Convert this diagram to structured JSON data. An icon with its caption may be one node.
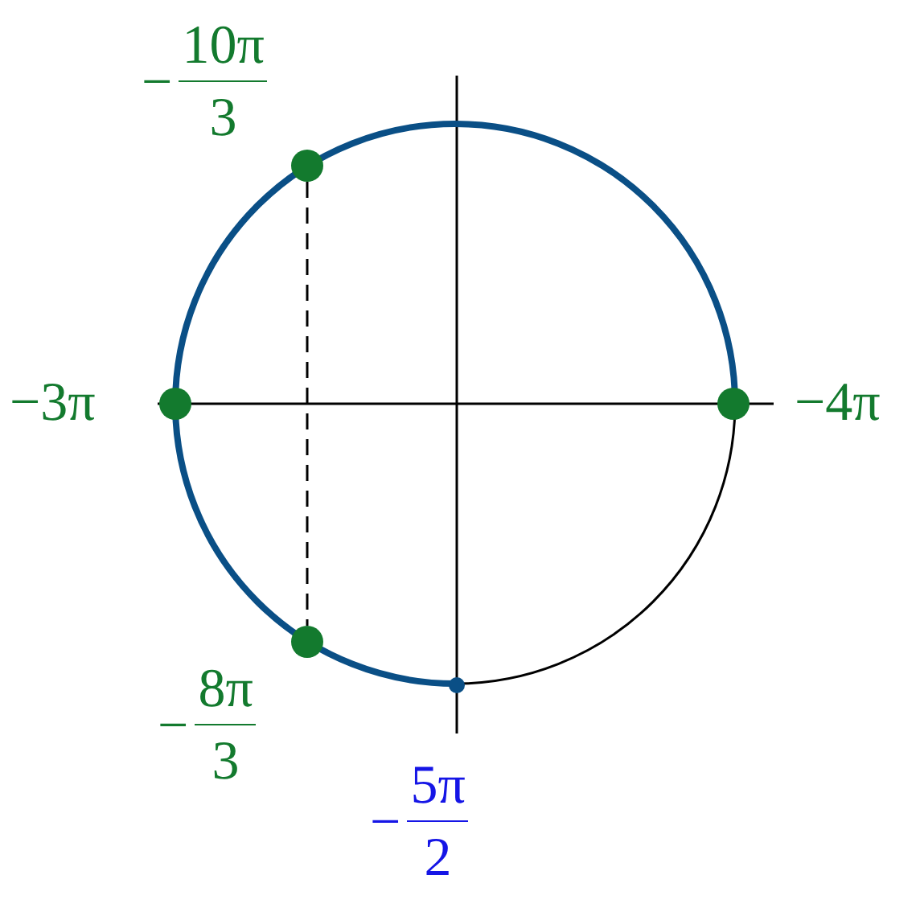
{
  "diagram": {
    "nodes": [
      {
        "text": [],
        "shape": "circle",
        "beside": [
          "−",
          "10π",
          "3"
        ]
      },
      {
        "text": [],
        "shape": "circle",
        "beside": [
          "−3π"
        ]
      },
      {
        "text": [],
        "shape": "circle",
        "beside": [
          "−4π"
        ]
      },
      {
        "text": [],
        "shape": "circle",
        "beside": [
          "−",
          "8π",
          "3"
        ]
      },
      {
        "text": [],
        "shape": "circle",
        "beside": [
          "−",
          "5π",
          "2"
        ]
      }
    ],
    "edges": [
      {
        "from": 0,
        "to": 3,
        "arrow": "none",
        "style": "dashed"
      }
    ]
  }
}
